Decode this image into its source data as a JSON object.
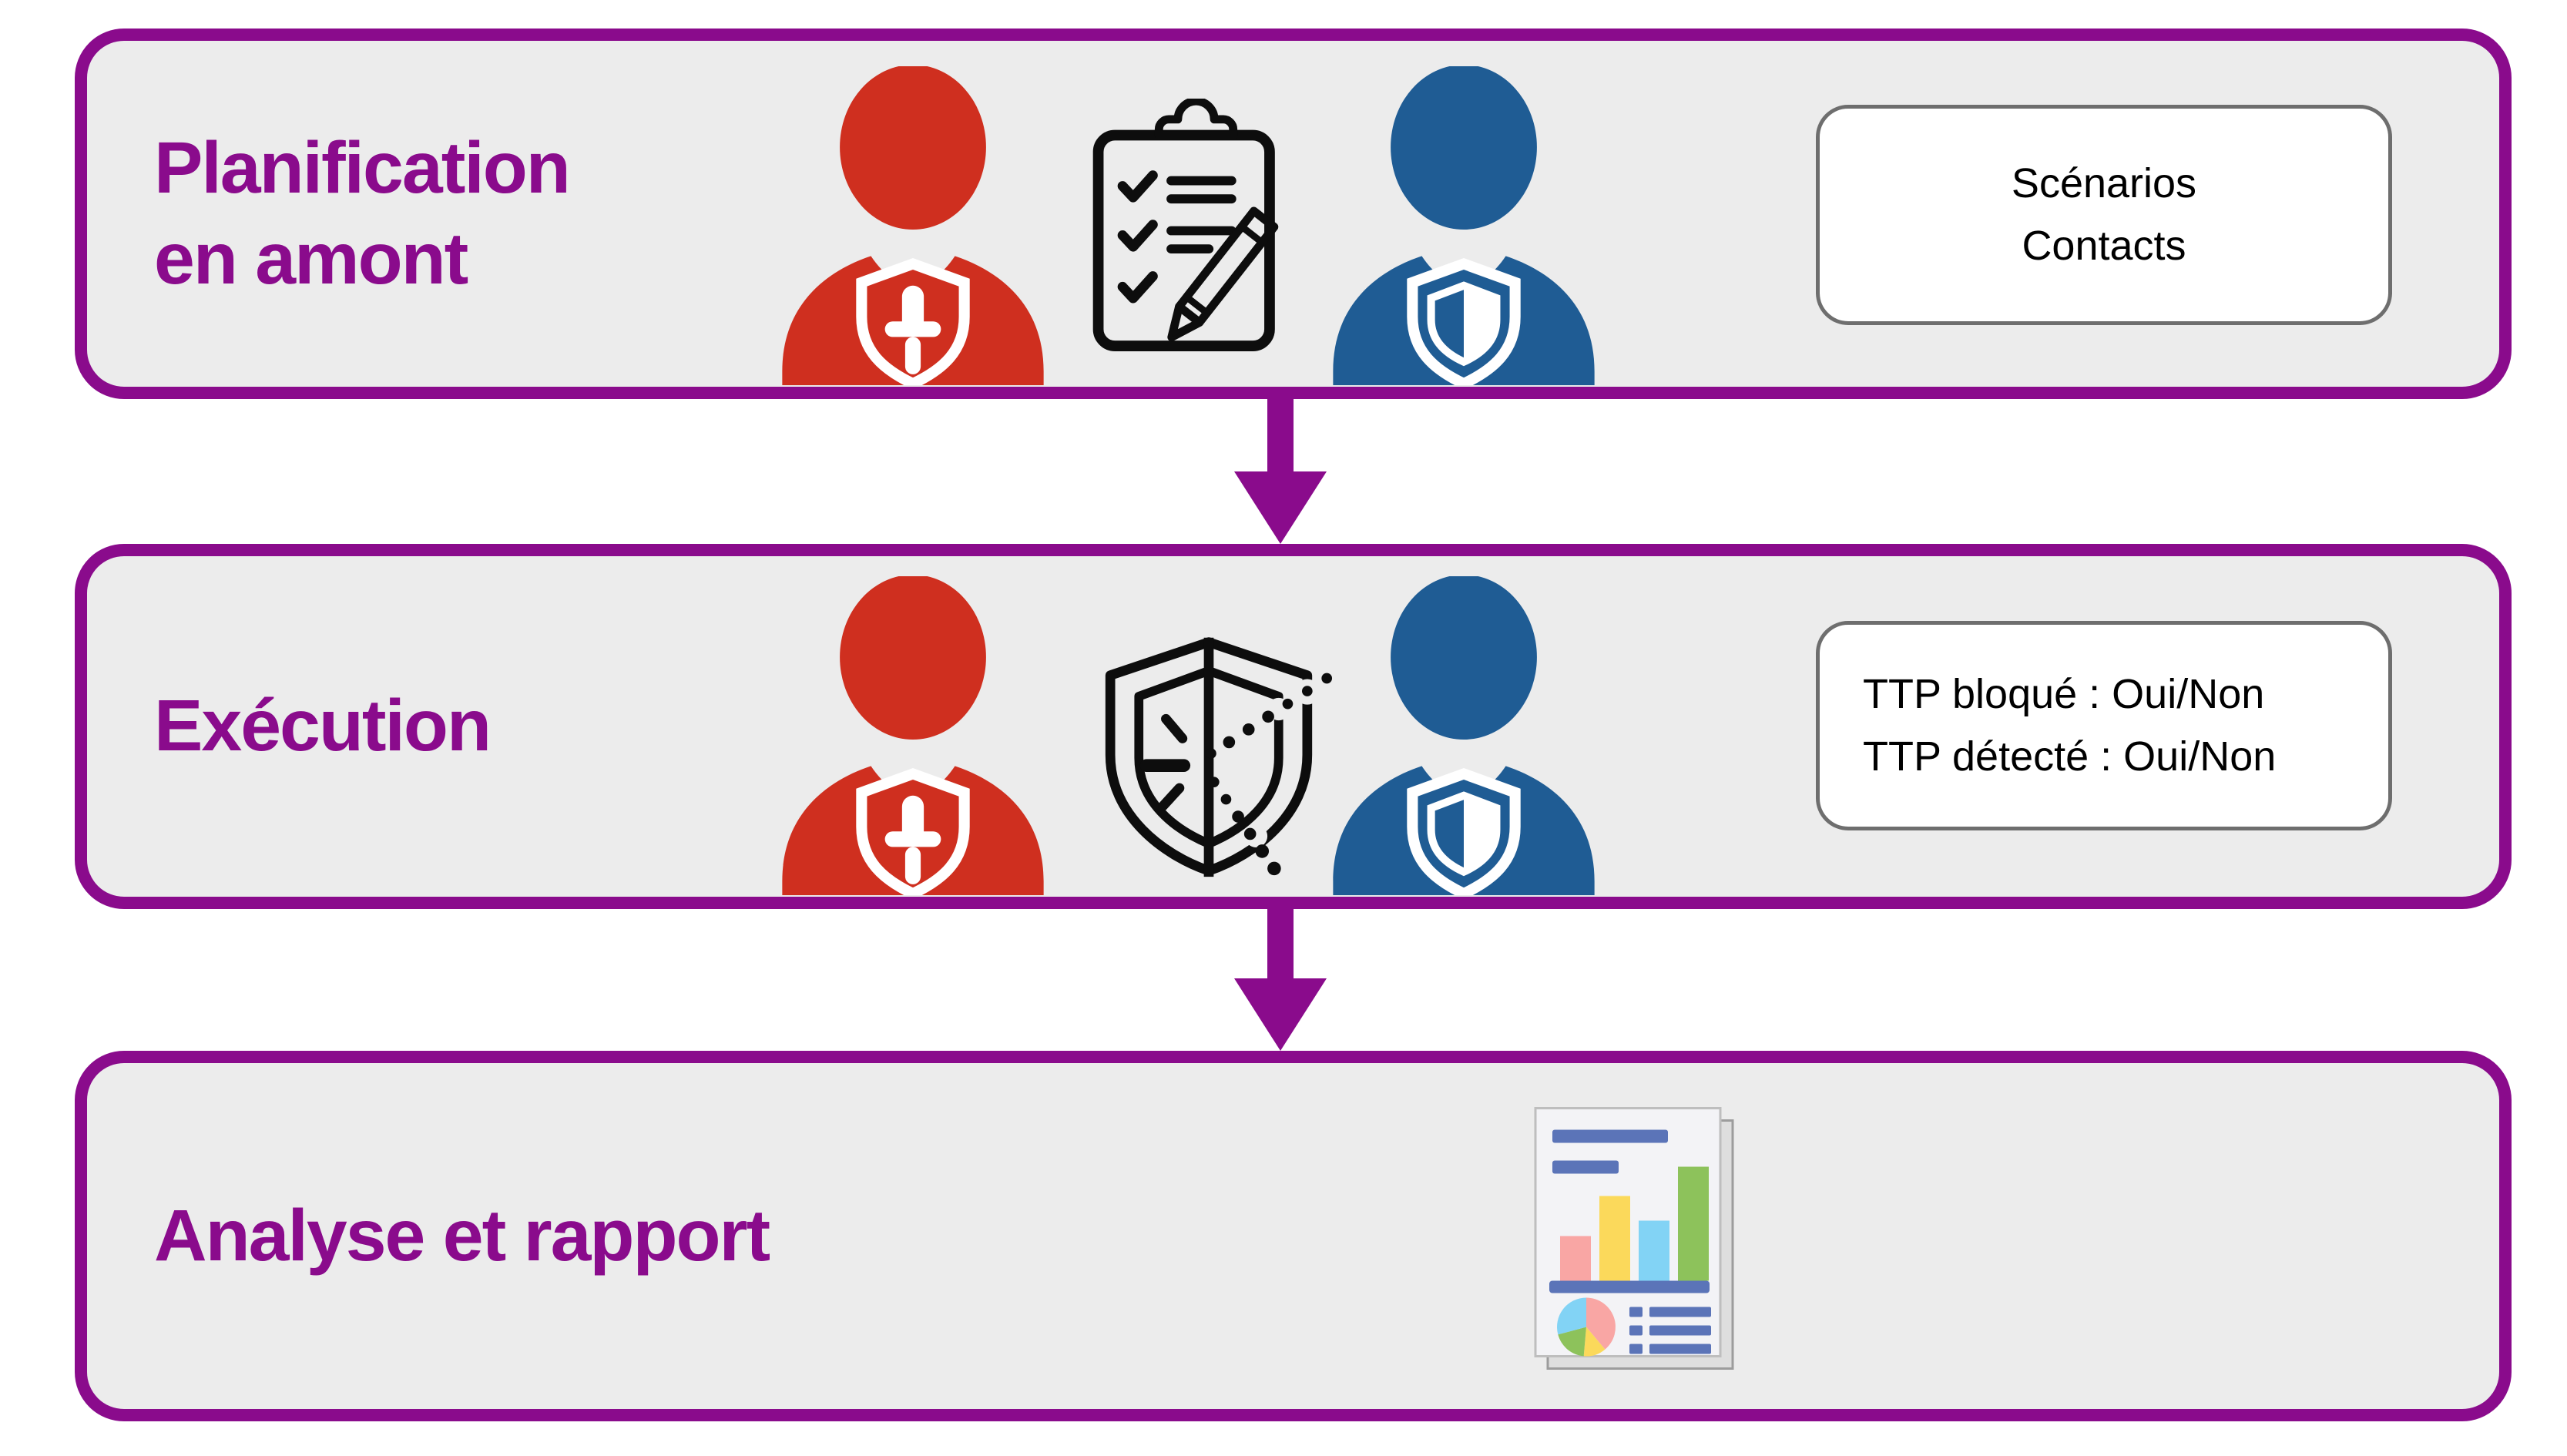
{
  "colors": {
    "accent_purple": "#8A0B8C",
    "panel_fill": "#ECECEC",
    "red_team": "#CF2F1F",
    "blue_team": "#1F5C94",
    "note_border": "#6E6E6E",
    "note_fill": "#FFFFFF",
    "icon_ink": "#0D0D0D",
    "report_slate": "#5B74B8",
    "report_pink": "#F9A6A4",
    "report_yellow": "#FBD95B",
    "report_blue": "#82D3F5",
    "report_green": "#8DC25B"
  },
  "steps": [
    {
      "title_lines": [
        "Planification",
        "en amont"
      ],
      "note_lines": [
        "Scénarios",
        "Contacts"
      ]
    },
    {
      "title_lines": [
        "Exécution"
      ],
      "note_lines": [
        "TTP bloqué : Oui/Non",
        "TTP détecté : Oui/Non"
      ]
    },
    {
      "title_lines": [
        "Analyse et rapport"
      ],
      "note_lines": []
    }
  ],
  "icons": [
    "red-team-member-icon",
    "checklist-clipboard-icon",
    "blue-team-member-icon",
    "shield-attack-icon",
    "report-icon",
    "flow-arrow-down-icon"
  ]
}
